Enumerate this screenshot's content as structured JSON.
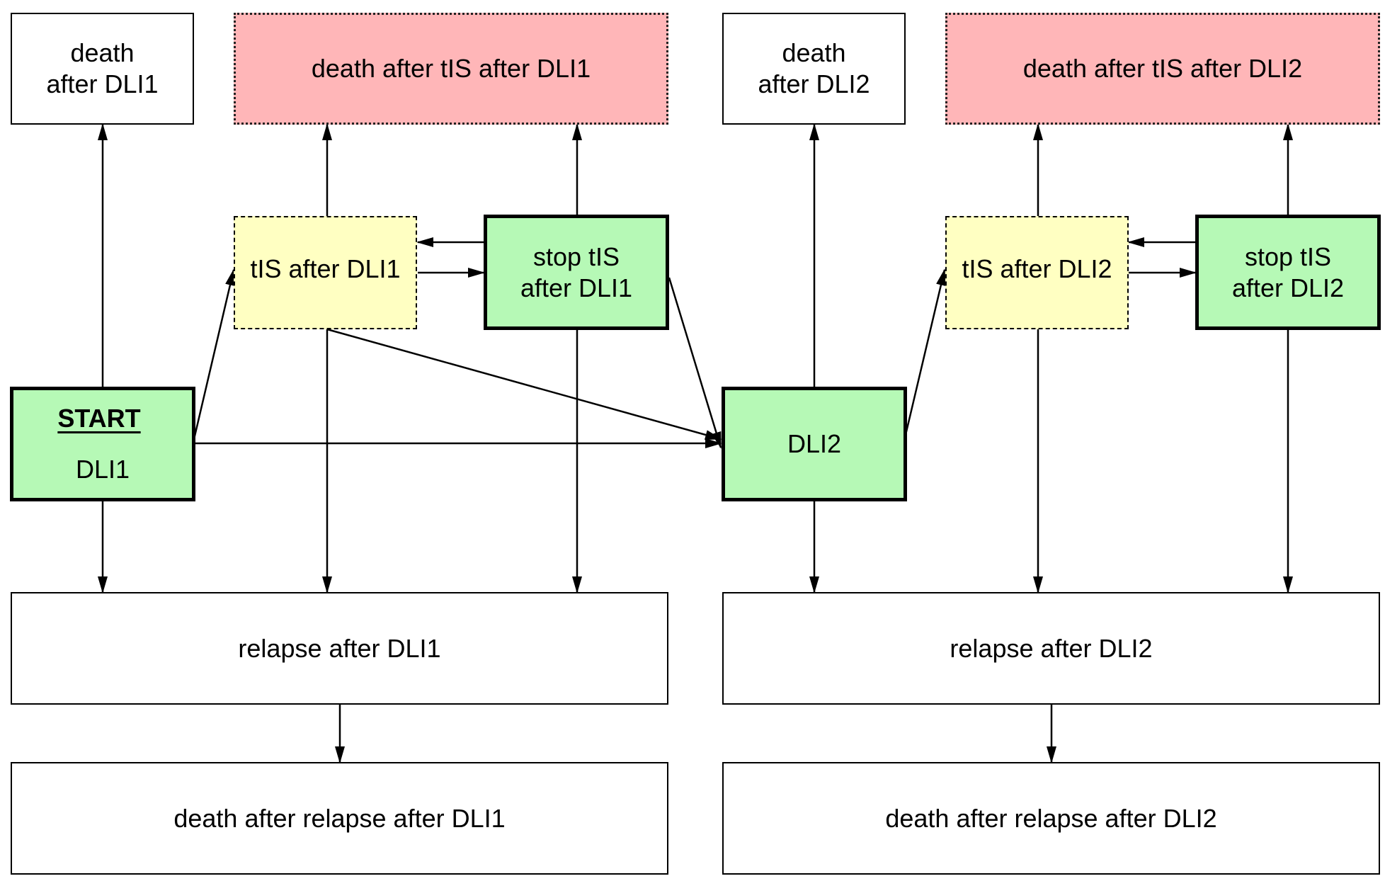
{
  "nodes": {
    "death_dli1": {
      "line1": "death",
      "line2": "after DLI1"
    },
    "death_tis_dli1": {
      "label": "death after tIS after DLI1"
    },
    "death_dli2": {
      "line1": "death",
      "line2": "after DLI2"
    },
    "death_tis_dli2": {
      "label": "death after tIS after DLI2"
    },
    "tis_dli1": {
      "label": "tIS after DLI1"
    },
    "stop_tis_dli1": {
      "line1": "stop tIS",
      "line2": "after DLI1"
    },
    "tis_dli2": {
      "label": "tIS after DLI2"
    },
    "stop_tis_dli2": {
      "line1": "stop tIS",
      "line2": "after DLI2"
    },
    "start": {
      "title": "START",
      "label": "DLI1"
    },
    "dli2": {
      "label": "DLI2"
    },
    "relapse_dli1": {
      "label": "relapse after DLI1"
    },
    "relapse_dli2": {
      "label": "relapse after DLI2"
    },
    "death_relapse_dli1": {
      "label": "death after relapse after DLI1"
    },
    "death_relapse_dli2": {
      "label": "death after relapse after DLI2"
    }
  },
  "colors": {
    "green": "#b6f9b6",
    "yellow": "#ffffc2",
    "red": "#ffb6b8",
    "white": "#ffffff",
    "stroke": "#000000"
  }
}
